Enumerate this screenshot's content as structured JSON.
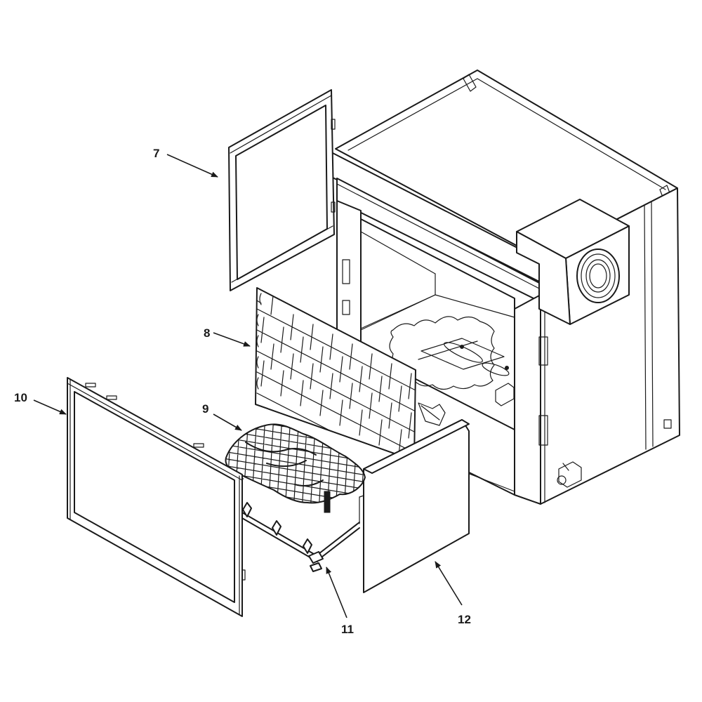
{
  "callouts": {
    "glass_door_frame": "7",
    "brick_refractory_panel": "8",
    "ember_mesh": "9",
    "front_screen_frame": "10",
    "log_grate": "11",
    "front_panel": "12"
  }
}
